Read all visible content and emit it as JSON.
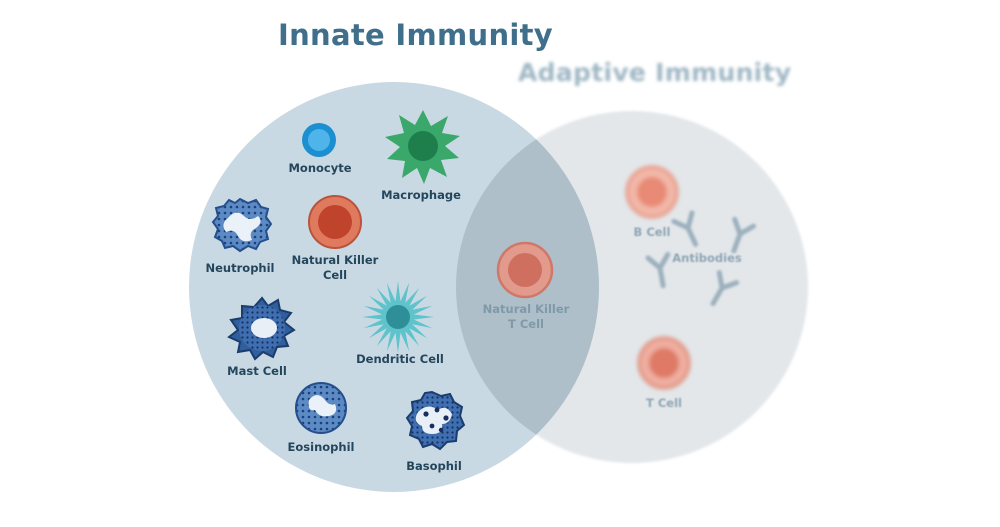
{
  "titles": {
    "innate": "Innate Immunity",
    "adaptive": "Adaptive Immunity"
  },
  "cells": {
    "monocyte": "Monocyte",
    "macrophage": "Macrophage",
    "neutrophil": "Neutrophil",
    "natural_killer_line1": "Natural Killer",
    "natural_killer_line2": "Cell",
    "dendritic": "Dendritic Cell",
    "mast": "Mast Cell",
    "eosinophil": "Eosinophil",
    "basophil": "Basophil",
    "nkt_line1": "Natural Killer",
    "nkt_line2": "T Cell",
    "b_cell": "B Cell",
    "antibodies": "Antibodies",
    "t_cell": "T Cell"
  },
  "colors": {
    "innate_circle": "#c9d9e3",
    "adaptive_circle": "#e3e7ea",
    "overlap": "#aebfca",
    "innate_title": "#3f6f8a",
    "adaptive_title": "#9fb7c4",
    "label": "#24465c",
    "nk_red": "#e0735a",
    "monocyte_blue": "#1c8fd0",
    "macrophage_green": "#3aa86b",
    "dendritic_teal": "#5fc3cc",
    "granulocyte_navy": "#2f5f9c"
  }
}
